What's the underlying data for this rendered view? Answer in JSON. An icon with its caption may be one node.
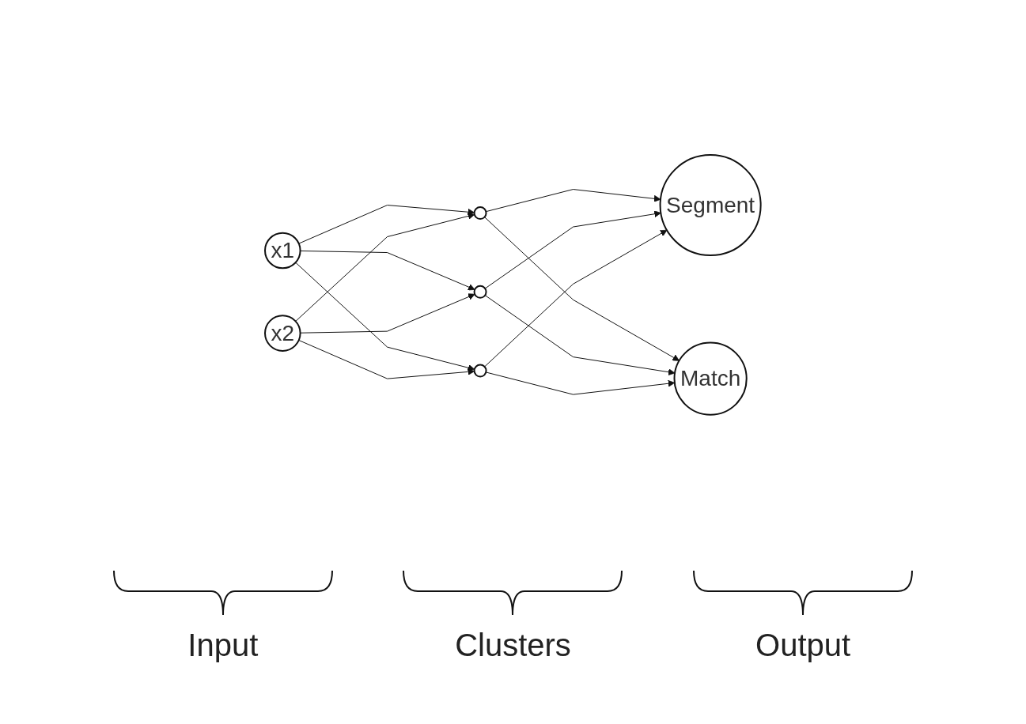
{
  "diagram": {
    "nodes": [
      {
        "text": [
          "x1"
        ]
      },
      {
        "text": [
          "x2"
        ]
      },
      {
        "text": [],
        "shape": "circle"
      },
      {
        "text": [],
        "shape": "circle"
      },
      {
        "text": [],
        "shape": "circle"
      },
      {
        "text": [
          "Segment"
        ]
      },
      {
        "text": [
          "Match"
        ]
      }
    ],
    "edges": [
      {
        "from": 0,
        "to": 2,
        "arrow": "to"
      },
      {
        "from": 0,
        "to": 3,
        "arrow": "to"
      },
      {
        "from": 0,
        "to": 4,
        "arrow": "to"
      },
      {
        "from": 1,
        "to": 2,
        "arrow": "to"
      },
      {
        "from": 1,
        "to": 3,
        "arrow": "to"
      },
      {
        "from": 1,
        "to": 4,
        "arrow": "to"
      },
      {
        "from": 2,
        "to": 5,
        "arrow": "to"
      },
      {
        "from": 2,
        "to": 6,
        "arrow": "to"
      },
      {
        "from": 3,
        "to": 5,
        "arrow": "to"
      },
      {
        "from": 3,
        "to": 6,
        "arrow": "to"
      },
      {
        "from": 4,
        "to": 5,
        "arrow": "to"
      },
      {
        "from": 4,
        "to": 6,
        "arrow": "to"
      }
    ],
    "labels": [
      "Input",
      "Clusters",
      "Output"
    ]
  }
}
